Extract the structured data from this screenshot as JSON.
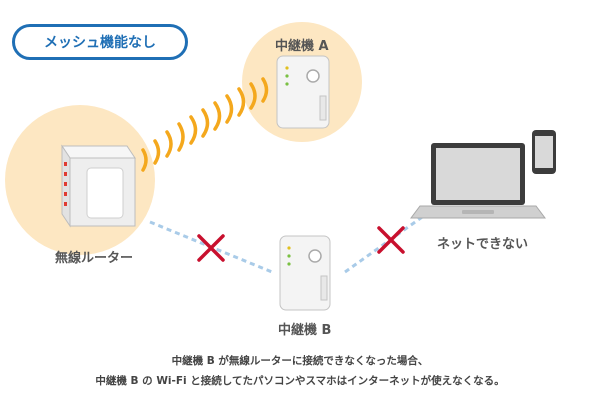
{
  "badge": {
    "label": "メッシュ機能なし"
  },
  "nodes": {
    "repeater_a": "中継機 A",
    "router": "無線ルーター",
    "repeater_b": "中継機 B",
    "laptop_status": "ネットできない"
  },
  "caption": {
    "line1": "中継機 B が無線ルーターに接続できなくなった場合、",
    "line2": "中継機 B の Wi-Fi と接続してたパソコンやスマホはインターネットが使えなくなる。"
  },
  "colors": {
    "accent": "#1f6fb5",
    "halo": "#fde7c2",
    "signal": "#f4a81d",
    "link": "#a9cbe8",
    "cross": "#c8102e"
  }
}
